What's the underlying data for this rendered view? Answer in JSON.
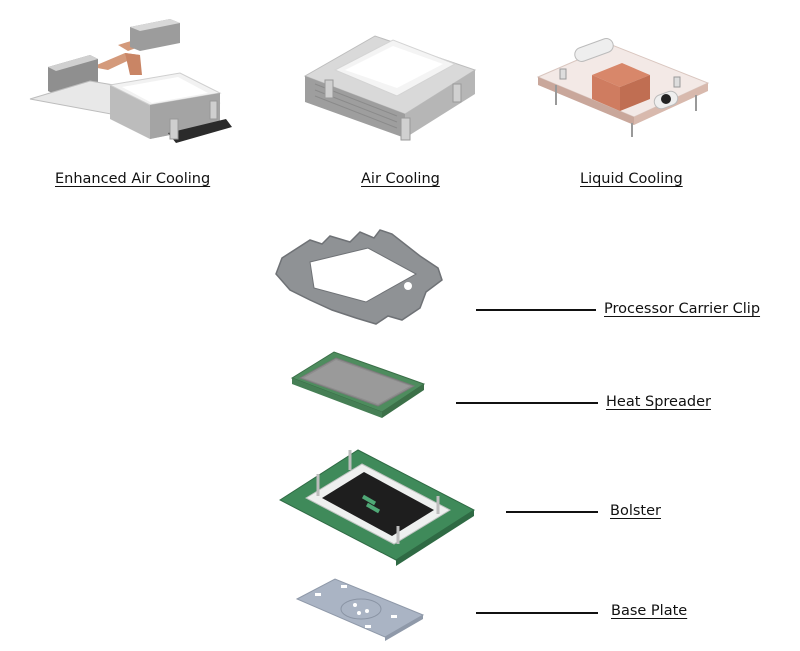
{
  "cooling_options": [
    {
      "label": "Enhanced Air Cooling"
    },
    {
      "label": "Air Cooling"
    },
    {
      "label": "Liquid Cooling"
    }
  ],
  "components": [
    {
      "label": "Processor Carrier Clip"
    },
    {
      "label": "Heat Spreader"
    },
    {
      "label": "Bolster"
    },
    {
      "label": "Base Plate"
    }
  ],
  "colors": {
    "pcb_green": "#3f8a5a",
    "copper": "#c97a5c",
    "heatsink_gray": "#c8c8c8",
    "clip_gray": "#8e9093",
    "base_plate_blue": "#a9b4c6"
  }
}
